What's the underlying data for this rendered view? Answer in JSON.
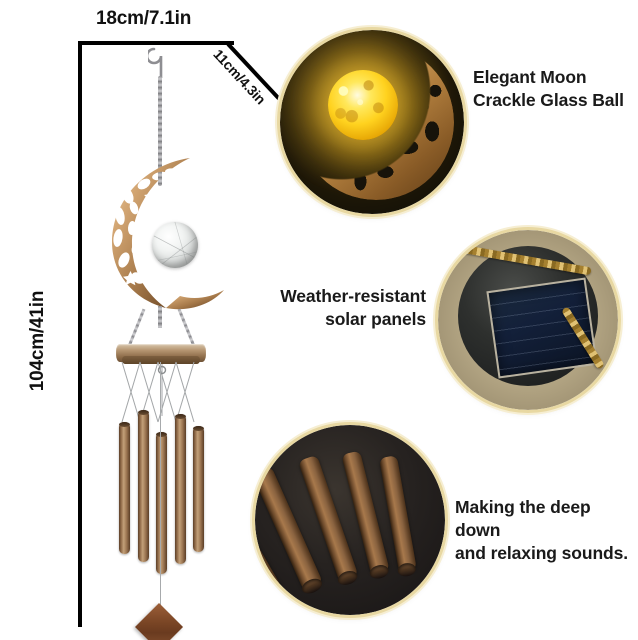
{
  "page": {
    "type": "product-infographic",
    "background_color": "#ffffff",
    "product": "solar moon crackle glass ball wind chime"
  },
  "dimensions": {
    "width_label": "18cm/7.1in",
    "height_label": "104cm/41in",
    "depth_label": "11cm/4.3in",
    "line_color": "#000000"
  },
  "callouts": [
    {
      "id": "moon",
      "text": "Elegant Moon\nCrackle Glass Ball",
      "align": "left"
    },
    {
      "id": "solar",
      "text": "Weather-resistant\nsolar panels",
      "align": "right"
    },
    {
      "id": "tubes",
      "text": "Making the deep down\nand relaxing sounds.",
      "align": "left"
    }
  ],
  "insets": [
    {
      "id": "moon-ball",
      "subject": "glowing yellow crackle glass ball inside ornate gold filigree crescent moon",
      "ring_color": "#e8d8a2",
      "background_color": "#15120a",
      "glow_color": "#ffd21f"
    },
    {
      "id": "solar-panel",
      "subject": "dark blue solar panel on black disc with gold chain",
      "ring_color": "#e8d8a2",
      "background_color": "#b5a785",
      "panel_color": "#13203a"
    },
    {
      "id": "chime-tubes",
      "subject": "five copper bronze wind chime tubes on dark background",
      "ring_color": "#e8d8a2",
      "background_color": "#262220",
      "tube_color": "#a8794c"
    }
  ],
  "product_parts": {
    "hook": "s-hook",
    "chain": "metal chain",
    "moon": "filigree crescent moon",
    "glass_ball": "crackle glass ball",
    "ring": "chime suspension ring",
    "tubes_count": 5,
    "sail": "diamond wind sail"
  }
}
